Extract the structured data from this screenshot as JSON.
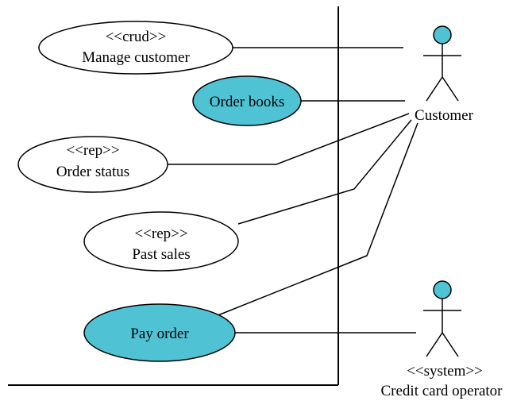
{
  "colors": {
    "highlight_fill": "#4fc3d4",
    "plain_fill": "#ffffff",
    "stroke": "#000000",
    "background": "#ffffff"
  },
  "use_cases": {
    "manage_customer": {
      "stereotype": "<<crud>>",
      "name": "Manage customer",
      "highlighted": false
    },
    "order_books": {
      "name": "Order books",
      "highlighted": true
    },
    "order_status": {
      "stereotype": "<<rep>>",
      "name": "Order status",
      "highlighted": false
    },
    "past_sales": {
      "stereotype": "<<rep>>",
      "name": "Past sales",
      "highlighted": false
    },
    "pay_order": {
      "name": "Pay order",
      "highlighted": true
    }
  },
  "actors": {
    "customer": {
      "name": "Customer"
    },
    "credit_card_operator": {
      "stereotype": "<<system>>",
      "name": "Credit card operator"
    }
  },
  "associations": [
    {
      "use_case": "manage_customer",
      "actor": "customer"
    },
    {
      "use_case": "order_books",
      "actor": "customer"
    },
    {
      "use_case": "order_status",
      "actor": "customer"
    },
    {
      "use_case": "past_sales",
      "actor": "customer"
    },
    {
      "use_case": "pay_order",
      "actor": "customer"
    },
    {
      "use_case": "pay_order",
      "actor": "credit_card_operator"
    }
  ]
}
